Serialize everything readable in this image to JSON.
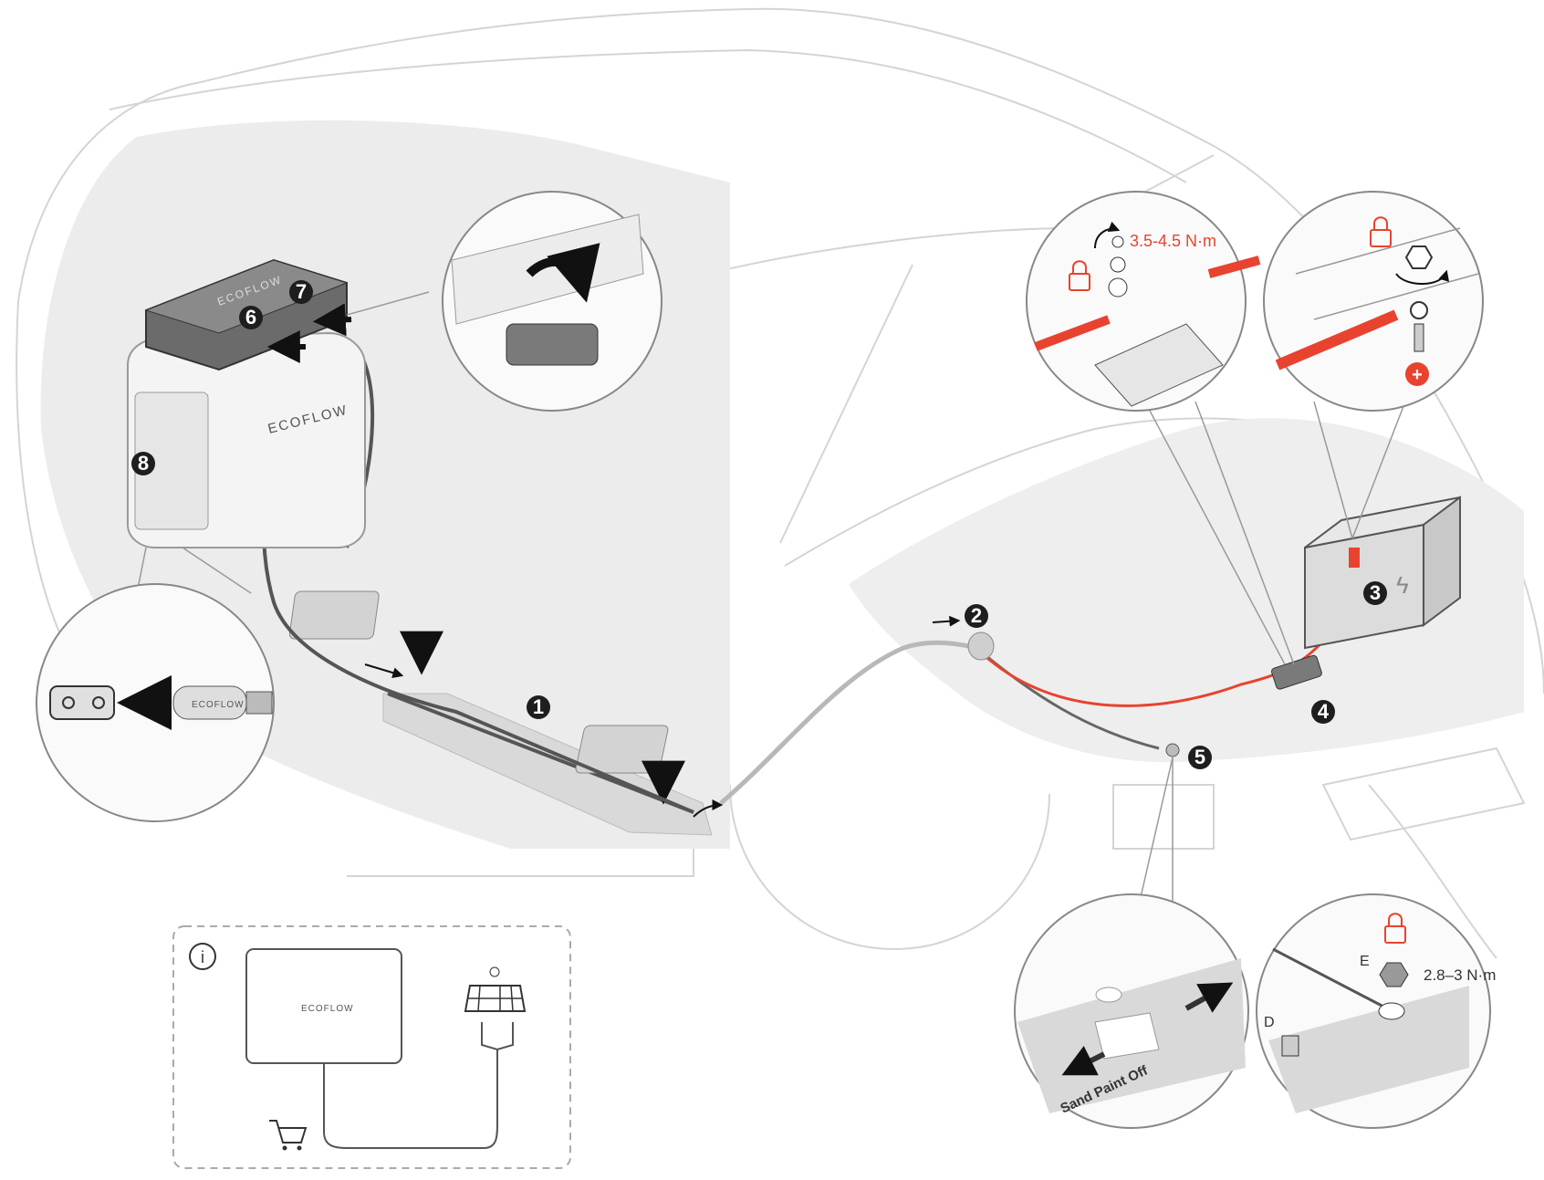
{
  "steps": [
    "1",
    "2",
    "3",
    "4",
    "5",
    "6",
    "7",
    "8"
  ],
  "torque": {
    "fuse_box": "3.5-4.5 N·m",
    "ground_nut": "2.8–3 N·m"
  },
  "labels": {
    "sand": "Sand Paint Off",
    "part_d": "D",
    "part_e": "E",
    "plus": "+"
  },
  "brand": {
    "logo": "ECOFLOW"
  },
  "icons": [
    "info-icon",
    "cart-icon",
    "solar-panel-icon",
    "lock-icon",
    "bolt-icon",
    "rotate-arrow-icon"
  ],
  "colors": {
    "accent_red": "#e8432f",
    "badge_dark": "#1e1e1e",
    "vehicle_outline": "#d4d4d4",
    "interior_fill": "#ececec"
  }
}
